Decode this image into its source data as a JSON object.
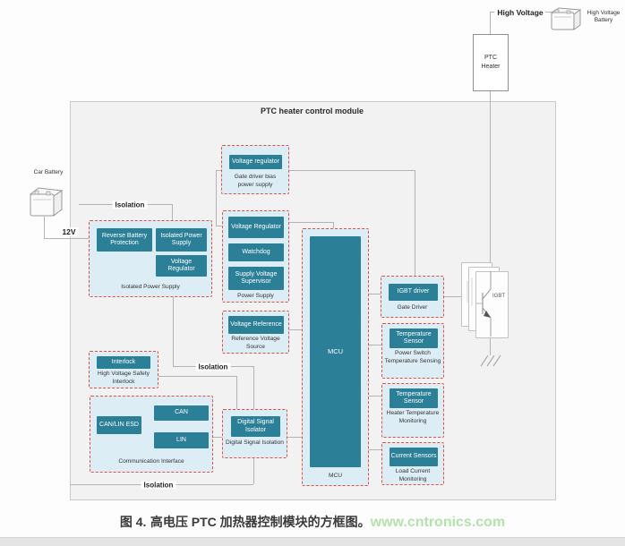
{
  "colors": {
    "teal_block": "#2b7f96",
    "group_fill": "#dcedf6",
    "group_border_red": "#e2503f",
    "module_fill": "#f2f2f2",
    "connector_gray": "#b3b3b3",
    "watermark_green": "#b5e2ac"
  },
  "external": {
    "high_voltage_label": "High Voltage",
    "hv_battery_label": "High Voltage Battery",
    "car_battery_label": "Car Battery",
    "ptc_heater_label": "PTC Heater",
    "supply_label": "12V"
  },
  "module": {
    "title": "PTC heater control module",
    "isolation_top": "Isolation",
    "isolation_mid": "Isolation",
    "isolation_bottom": "Isolation",
    "igbt_label": "IGBT",
    "groups": {
      "isolated_power_supply": {
        "caption": "Isolated Power Supply",
        "blocks": [
          "Reverse Battery Protection",
          "Isolated Power Supply",
          "Voltage Regulator"
        ]
      },
      "gate_driver_bias": {
        "caption": "Gate driver bias power supply",
        "blocks": [
          "Voltage regulator"
        ]
      },
      "power_supply": {
        "caption": "Power Supply",
        "blocks": [
          "Voltage Regulator",
          "Watchdog",
          "Supply Voltage Supervisor"
        ]
      },
      "reference_voltage": {
        "caption": "Reference Voltage Source",
        "blocks": [
          "Voltage Reference"
        ]
      },
      "mcu": {
        "caption": "MCU",
        "blocks": [
          "MCU"
        ]
      },
      "interlock": {
        "caption": "High Voltage Safety Interlock",
        "blocks": [
          "Interlock"
        ]
      },
      "communication": {
        "caption": "Communication Interface",
        "blocks": [
          "CAN/LIN ESD",
          "CAN",
          "LIN"
        ]
      },
      "digital_signal": {
        "caption": "Digital Signal Isolation",
        "blocks": [
          "Digital Signal Isolator"
        ]
      },
      "gate_driver": {
        "caption": "Gate Driver",
        "blocks": [
          "IGBT driver"
        ]
      },
      "power_switch_temp": {
        "caption": "Power Switch Temperature Sensing",
        "blocks": [
          "Temperature Sensor"
        ]
      },
      "heater_temp": {
        "caption": "Heater Temperature Monitoring",
        "blocks": [
          "Temperature Sensor"
        ]
      },
      "load_current": {
        "caption": "Load Current Monitoring",
        "blocks": [
          "Current Sensors"
        ]
      }
    }
  },
  "caption": {
    "figure": "图 4.",
    "text": "高电压 PTC 加热器控制模块的方框图。"
  },
  "watermark": "www.cntronics.com"
}
